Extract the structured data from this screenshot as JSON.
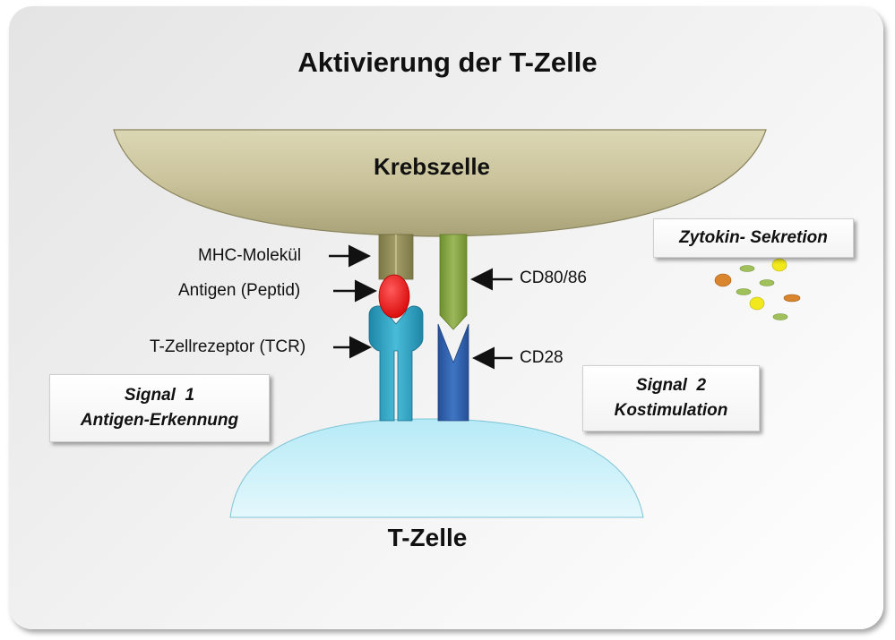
{
  "title": "Aktivierung der T-Zelle",
  "cells": {
    "cancer_cell": "Krebszelle",
    "t_cell": "T-Zelle"
  },
  "labels": {
    "mhc": "MHC-Molekül",
    "antigen": "Antigen (Peptid)",
    "tcr": "T-Zellrezeptor (TCR)",
    "cd80": "CD80/86",
    "cd28": "CD28"
  },
  "signal1": {
    "line1": "Signal  1",
    "line2": "Antigen-Erkennung"
  },
  "signal2": {
    "line1": "Signal  2",
    "line2": "Kostimulation"
  },
  "cytokine_label": "Zytokin- Sekretion",
  "colors": {
    "cancer_cell": "#c9c29a",
    "t_cell": "#c8f0f8",
    "mhc": "#8f8a55",
    "antigen": "#e81010",
    "tcr": "#2ea3c3",
    "cd80": "#7f9e3a",
    "cd28": "#2e5fae"
  }
}
